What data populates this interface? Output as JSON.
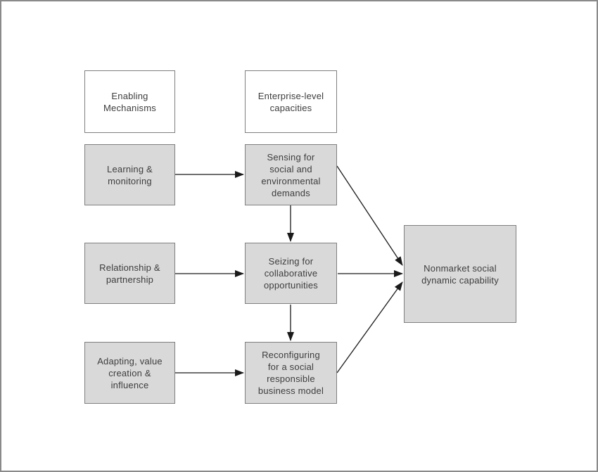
{
  "figure": {
    "description": "Flow diagram linking enabling mechanisms to enterprise-level capacities that build nonmarket social dynamic capability"
  },
  "nodes": {
    "header_enabling": {
      "label": "Enabling\nMechanisms"
    },
    "header_enterprise": {
      "label": "Enterprise-level\ncapacities"
    },
    "learning": {
      "label": "Learning &\nmonitoring"
    },
    "sensing": {
      "label": "Sensing for\nsocial and\nenvironmental\ndemands"
    },
    "relationship": {
      "label": "Relationship &\npartnership"
    },
    "seizing": {
      "label": "Seizing for\ncollaborative\nopportunities"
    },
    "adapting": {
      "label": "Adapting, value\ncreation &\ninfluence"
    },
    "reconfiguring": {
      "label": "Reconfiguring\nfor a social\nresponsible\nbusiness model"
    },
    "outcome": {
      "label": "Nonmarket social\ndynamic capability"
    }
  },
  "colors": {
    "node_fill": "#d9d9d9",
    "header_fill": "#ffffff",
    "node_border": "#7f7f7f",
    "arrow": "#1a1a1a",
    "text": "#3d3d3d",
    "canvas_border": "#8a8a8a"
  }
}
